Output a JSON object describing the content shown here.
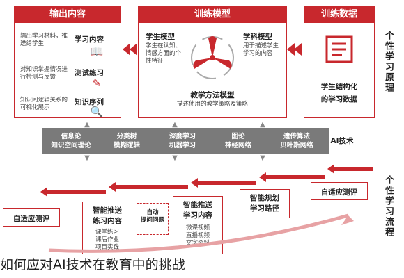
{
  "panels": {
    "output": {
      "title": "输出内容",
      "items": [
        {
          "label": "学习内容",
          "desc": "输出学习材料，推送给学生",
          "icon": "book-icon"
        },
        {
          "label": "测试练习",
          "desc": "对知识掌握情况进行检测与反馈",
          "icon": "test-icon"
        },
        {
          "label": "知识序列",
          "desc": "知识间逻辑关系的可视化展示",
          "icon": "search-icon"
        }
      ]
    },
    "training": {
      "title": "训练模型",
      "left_title": "学生模型",
      "left_desc": "学生在认知、情感方面的个性特征",
      "right_title": "学科模型",
      "right_desc": "用于描述学生学习的内容",
      "center_title": "教学方法模型",
      "center_desc": "描述使用的教学策略及策略",
      "center_icon": "fan-icon"
    },
    "data": {
      "title": "训练数据",
      "item1": "学生结构化",
      "item2": "的学习数据",
      "icon": "document-icon"
    }
  },
  "ai_band": {
    "label": "AI技术",
    "techs": [
      "信息论\n知识空间理论",
      "分类树\n模糊逻辑",
      "深度学习\n机器学习",
      "图论\n神经网络",
      "遗传算法\n贝叶斯网络"
    ]
  },
  "side_labels": {
    "top": "个性学习原理",
    "bottom": "个性学习流程"
  },
  "flow": {
    "adaptive_eval_right": "自适应测评",
    "plan": {
      "title": "智能规划",
      "sub": "学习路径"
    },
    "recommend": {
      "title": "智能推送",
      "title2": "学习内容",
      "items": [
        "微课视频",
        "直播视频",
        "文字资料"
      ]
    },
    "practice": {
      "title": "自动",
      "title2": "提问问题"
    },
    "exercise": {
      "title": "智能推送",
      "title2": "练习内容",
      "items": [
        "课堂练习",
        "课后作业",
        "项目实践"
      ]
    },
    "adaptive_eval_left": "自适应测评"
  },
  "caption": "如何应对AI技术在教育中的挑战",
  "colors": {
    "accent": "#c8282d",
    "band": "#7a7a7a"
  }
}
